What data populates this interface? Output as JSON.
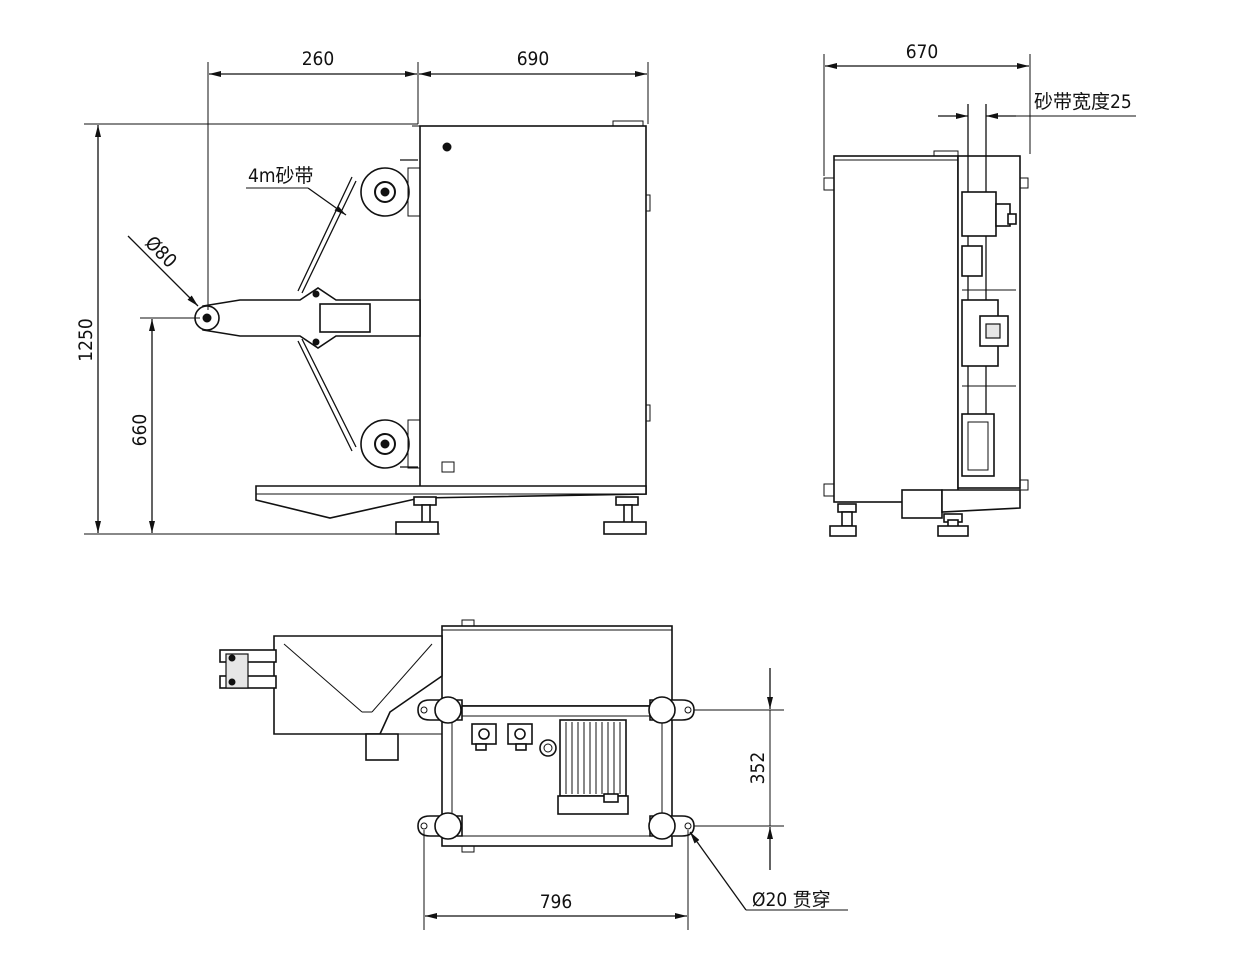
{
  "front_view": {
    "dim_arm_width": "260",
    "dim_body_width": "690",
    "dim_total_height": "1250",
    "dim_arm_height": "660",
    "label_belt": "4m砂带",
    "label_wheel_dia": "Ø80"
  },
  "side_view": {
    "dim_depth": "670",
    "label_belt_width": "砂带宽度25"
  },
  "top_view": {
    "dim_hole_spacing": "352",
    "dim_base_width": "796",
    "label_hole": "Ø20 贯穿"
  }
}
